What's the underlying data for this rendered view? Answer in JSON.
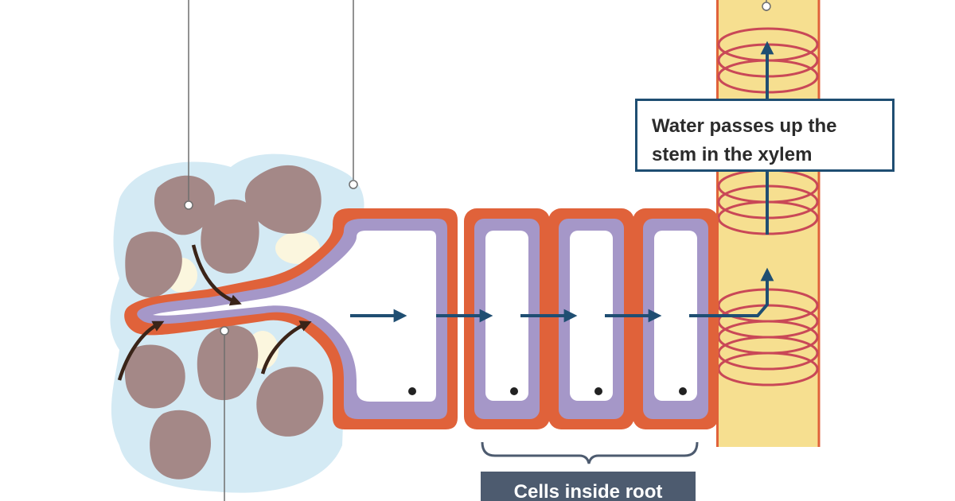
{
  "labels": {
    "xylem_caption_line1": "Water passes up the",
    "xylem_caption_line2": "stem in the xylem",
    "cells_inside_root": "Cells inside root"
  },
  "colors": {
    "water_halo": "#d4eaf4",
    "soil_particle": "#a48887",
    "air_space": "#fbf6de",
    "cell_wall": "#e0623a",
    "cytoplasm": "#a597c8",
    "xylem_fill": "#f6df90",
    "xylem_ring": "#c94857",
    "water_arrow": "#1f4e72",
    "soil_water_arrow": "#3a2418",
    "label_border": "#1f4e72",
    "label_bg_dark": "#4d5b6f",
    "leader_line": "#6f6f6f"
  }
}
